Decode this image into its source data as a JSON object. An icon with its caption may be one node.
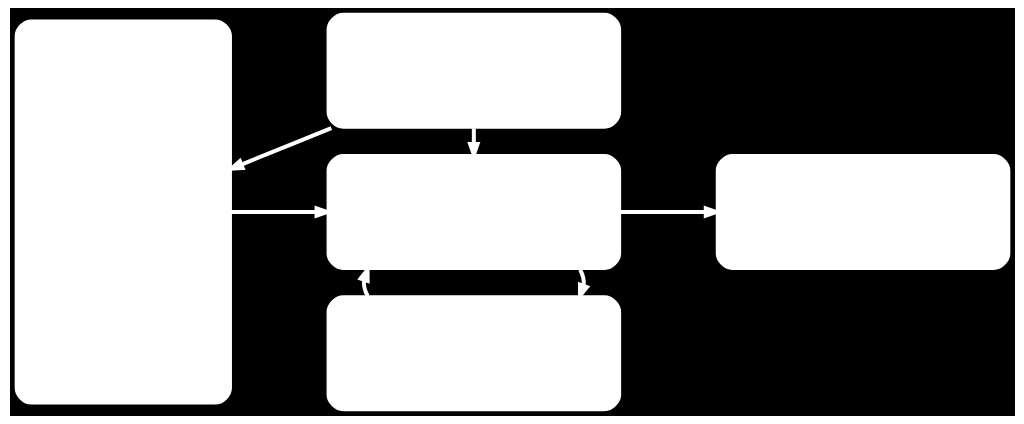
{
  "diagram": {
    "nodes": [
      {
        "text": [],
        "shape": "box"
      },
      {
        "text": [],
        "shape": "box"
      },
      {
        "text": [],
        "shape": "box"
      },
      {
        "text": [],
        "shape": "box"
      },
      {
        "text": [],
        "shape": "box"
      }
    ],
    "edges": [
      {
        "from": 1,
        "to": 0,
        "arrow": "to"
      },
      {
        "from": 1,
        "to": 2,
        "arrow": "to"
      },
      {
        "from": 0,
        "to": 2,
        "arrow": "to"
      },
      {
        "from": 2,
        "to": 3,
        "arrow": "to"
      },
      {
        "from": 2,
        "to": 4,
        "arrow": "to"
      },
      {
        "from": 4,
        "to": 2,
        "arrow": "to"
      }
    ]
  }
}
